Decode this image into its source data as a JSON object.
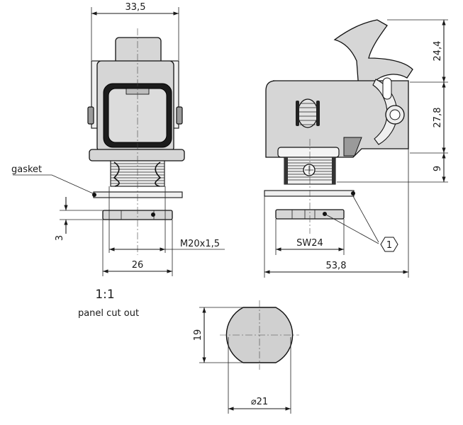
{
  "dimensions": {
    "width_top": "33,5",
    "height_lever": "24,4",
    "height_body": "27,8",
    "height_thread": "9",
    "gasket_thickness": "3",
    "thread_spec": "M20x1,5",
    "width_base": "26",
    "width_side": "53,8",
    "wrench_size": "SW24",
    "cutout_height": "19",
    "cutout_diameter": "⌀21"
  },
  "labels": {
    "gasket": "gasket",
    "scale": "1:1",
    "panel_cutout": "panel cut out",
    "callout": "1"
  }
}
